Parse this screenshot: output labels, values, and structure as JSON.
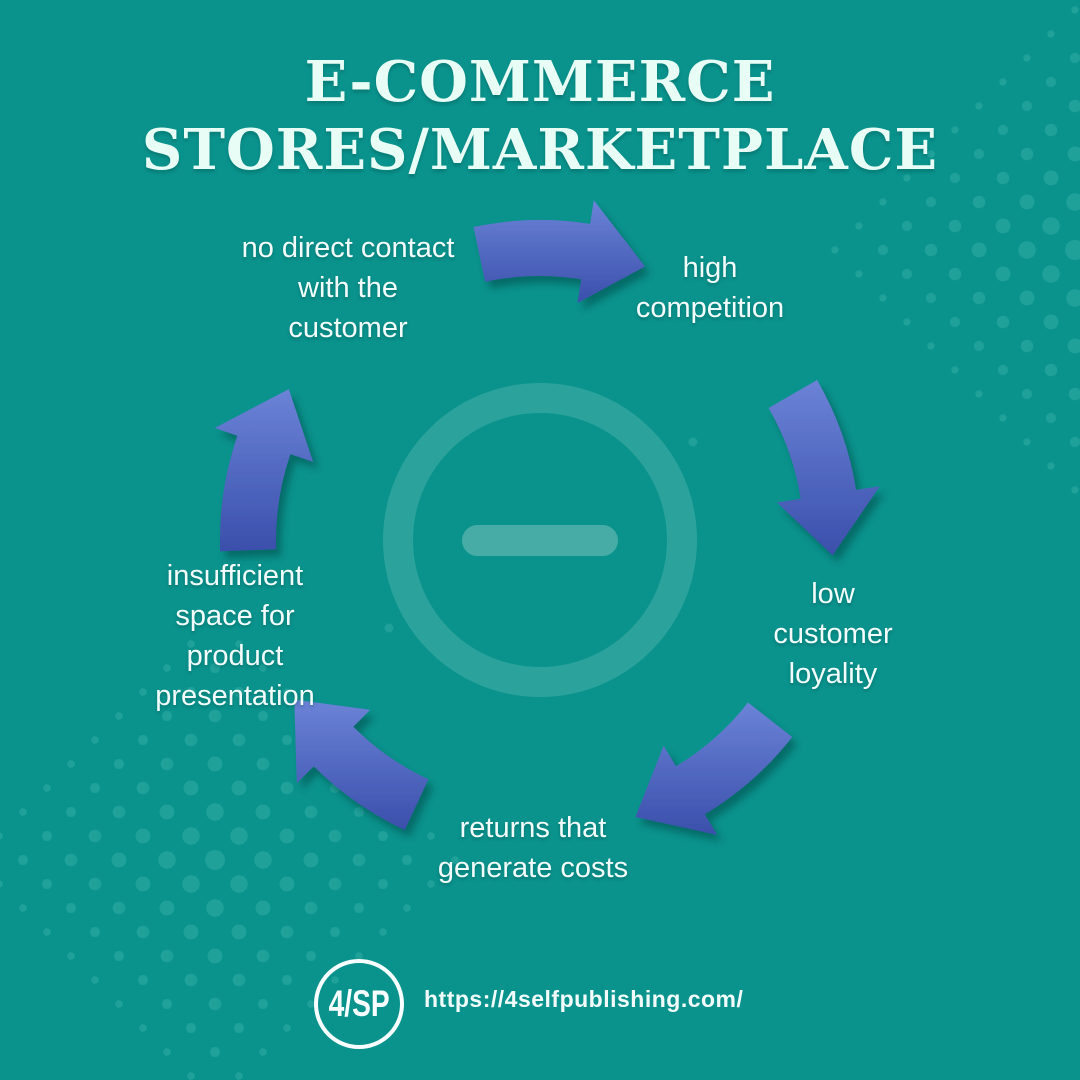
{
  "title": {
    "line1": "E-COMMERCE",
    "line2": "STORES/MARKETPLACE"
  },
  "cycle": {
    "center_icon": "minus-icon",
    "labels": [
      {
        "id": "no-direct-contact",
        "text": "no direct contact\nwith the\ncustomer"
      },
      {
        "id": "high-competition",
        "text": "high\ncompetition"
      },
      {
        "id": "low-customer-loyality",
        "text": "low\ncustomer\nloyality"
      },
      {
        "id": "returns-generate-costs",
        "text": "returns that\ngenerate costs"
      },
      {
        "id": "insufficient-space",
        "text": "insufficient\nspace for\nproduct\npresentation"
      }
    ]
  },
  "footer": {
    "logo_text": "4/SP",
    "url": "https://4selfpublishing.com/"
  },
  "colors": {
    "background": "#0a938d",
    "dot": "#1fa19a",
    "ring": "#2ca29c",
    "minus": "#47aca6",
    "arrow_light": "#6b83d7",
    "arrow_dark": "#3a4fab",
    "arrow_shadow": "#04433f",
    "label_text": "#f2fdfb",
    "title_text": "#e7fdf5",
    "logo_white": "#f8fffe"
  }
}
